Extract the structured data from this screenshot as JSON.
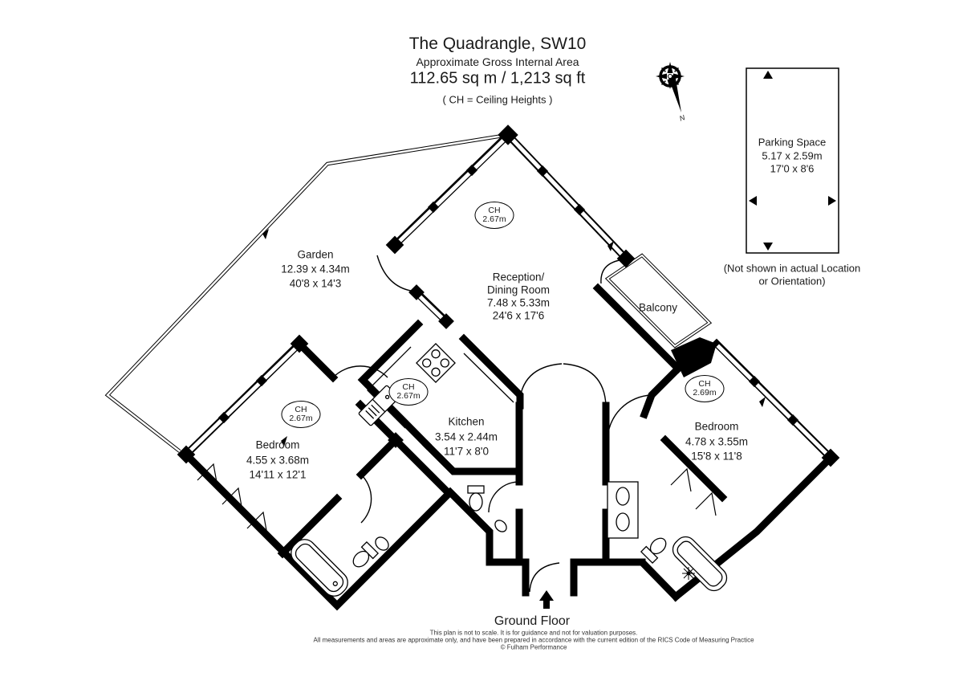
{
  "header": {
    "title": "The Quadrangle, SW10",
    "subtitle": "Approximate Gross Internal Area",
    "area": "112.65 sq m  /  1,213 sq ft",
    "ch_note": "( CH = Ceiling Heights )"
  },
  "compass": {
    "label": "N"
  },
  "parking": {
    "title": "Parking Space",
    "dim_m": "5.17 x 2.59m",
    "dim_ft": "17'0 x 8'6",
    "note_line1": "(Not shown in actual Location",
    "note_line2": "or Orientation)"
  },
  "rooms": {
    "garden": {
      "name": "Garden",
      "dim_m": "12.39 x 4.34m",
      "dim_ft": "40'8 x 14'3"
    },
    "reception": {
      "name_line1": "Reception/",
      "name_line2": "Dining Room",
      "dim_m": "7.48 x 5.33m",
      "dim_ft": "24'6 x 17'6",
      "ch_label": "CH",
      "ch_value": "2.67m"
    },
    "kitchen": {
      "name": "Kitchen",
      "dim_m": "3.54 x 2.44m",
      "dim_ft": "11'7 x 8'0",
      "ch_label": "CH",
      "ch_value": "2.67m"
    },
    "bedroom_left": {
      "name": "Bedroom",
      "dim_m": "4.55 x 3.68m",
      "dim_ft": "14'11 x 12'1",
      "ch_label": "CH",
      "ch_value": "2.67m"
    },
    "bedroom_right": {
      "name": "Bedroom",
      "dim_m": "4.78 x 3.55m",
      "dim_ft": "15'8 x 11'8",
      "ch_label": "CH",
      "ch_value": "2.69m"
    },
    "balcony": {
      "name": "Balcony"
    }
  },
  "footer": {
    "floor_label": "Ground Floor",
    "disclaimer1": "This plan is not to scale. It is for guidance and not for valuation purposes.",
    "disclaimer2": "All measurements and areas are approximate only, and have been prepared in accordance with the current edition of the RICS Code of Measuring Practice",
    "copyright": "© Fulham Performance"
  },
  "colors": {
    "wall": "#000000",
    "background": "#ffffff"
  }
}
